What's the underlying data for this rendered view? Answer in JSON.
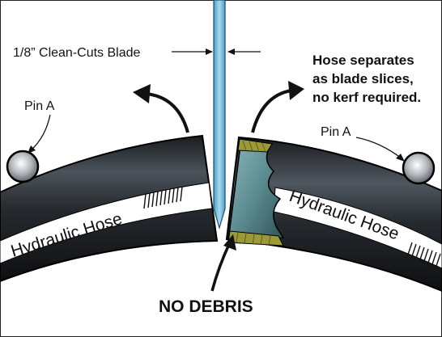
{
  "diagram": {
    "blade_label": "1/8” Clean-Cuts Blade",
    "note_lines": [
      "Hose separates",
      "as blade slices,",
      "no kerf required."
    ],
    "pin_left_label": "Pin A",
    "pin_right_label": "Pin A",
    "hose_left_label": "Hydraulic Hose",
    "hose_right_label": "Hydraulic Hose",
    "debris_label": "NO DEBRIS"
  },
  "colors": {
    "blade": "#7ec2e0",
    "hose_outer": "#1c1e21",
    "hose_shine": "#525a61",
    "hose_stripe": "#ffffff",
    "cut_face": "#5d8d92",
    "cut_band": "#9c9a38",
    "pin": "#9aa0a6"
  }
}
